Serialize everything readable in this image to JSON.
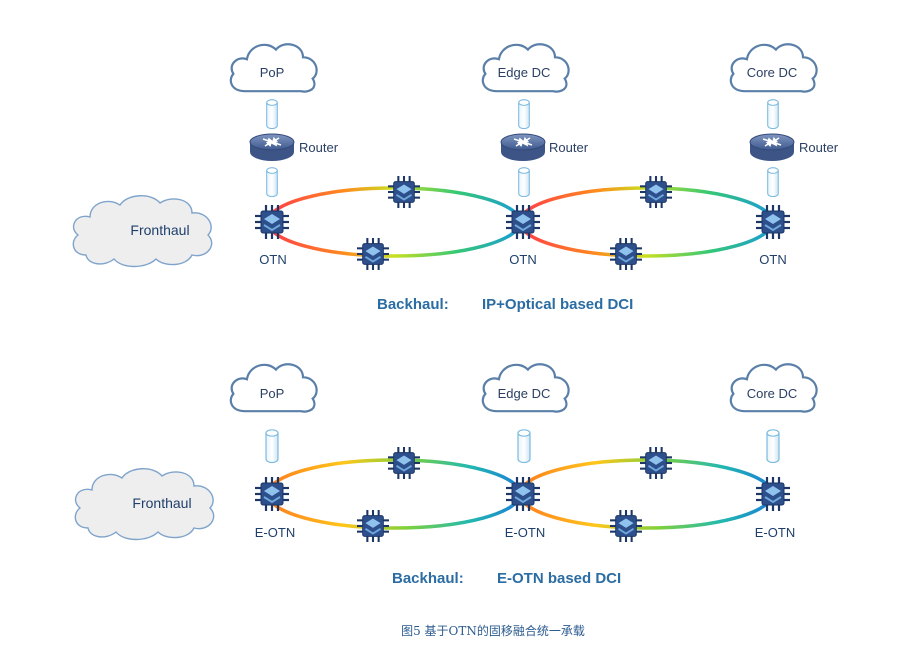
{
  "colors": {
    "cloud_stroke": "#5a7fa8",
    "fronthaul_fill": "#eeeeee",
    "fronthaul_stroke": "#7fa4cc",
    "cylinder_stroke": "#7bbbe0",
    "heading": "#2b6ca3",
    "caption": "#2b5b8f"
  },
  "top": {
    "clouds": [
      "PoP",
      "Edge DC",
      "Core DC"
    ],
    "router_label": "Router",
    "fronthaul": "Fronthaul",
    "nodes": [
      "OTN",
      "OTN",
      "OTN"
    ],
    "heading_left": "Backhaul:",
    "heading_right": "IP+Optical based DCI"
  },
  "bottom": {
    "clouds": [
      "PoP",
      "Edge DC",
      "Core DC"
    ],
    "fronthaul": "Fronthaul",
    "nodes": [
      "E-OTN",
      "E-OTN",
      "E-OTN"
    ],
    "heading_left": "Backhaul:",
    "heading_right": "E-OTN based DCI"
  },
  "caption": "图5  基于OTN的固移融合统一承载"
}
